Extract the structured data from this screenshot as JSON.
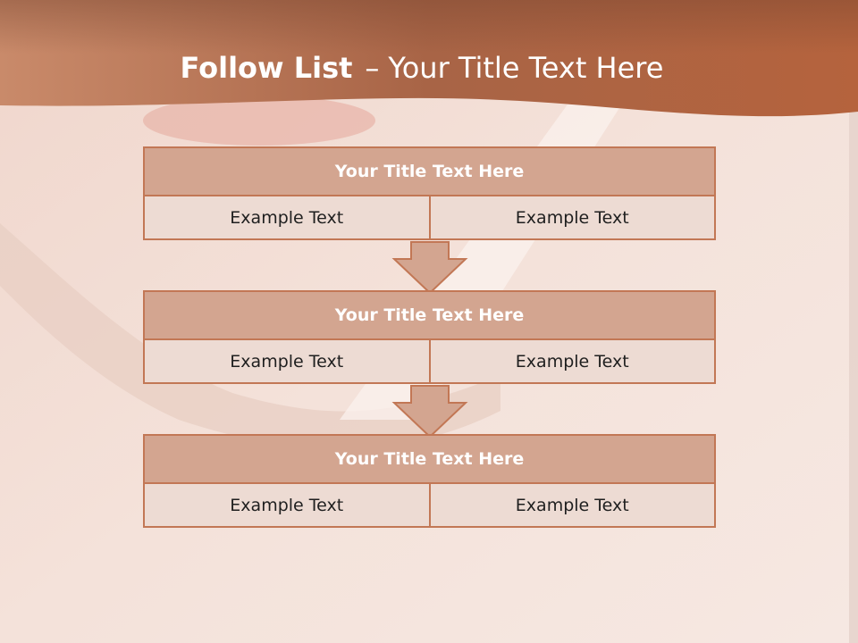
{
  "title": {
    "bold_part": "Follow List",
    "separator": "–",
    "rest": "Your Title Text Here"
  },
  "blocks": [
    {
      "title": "Your Title Text Here",
      "cells": [
        "Example Text",
        "Example Text"
      ]
    },
    {
      "title": "Your Title Text Here",
      "cells": [
        "Example Text",
        "Example Text"
      ]
    },
    {
      "title": "Your Title Text Here",
      "cells": [
        "Example Text",
        "Example Text"
      ]
    }
  ],
  "colors": {
    "header_band": "#b8714d",
    "block_title_fill": "#d3a590",
    "block_border": "#c27755",
    "cell_fill": "#eddbd3",
    "background": "#f3e1d9"
  }
}
